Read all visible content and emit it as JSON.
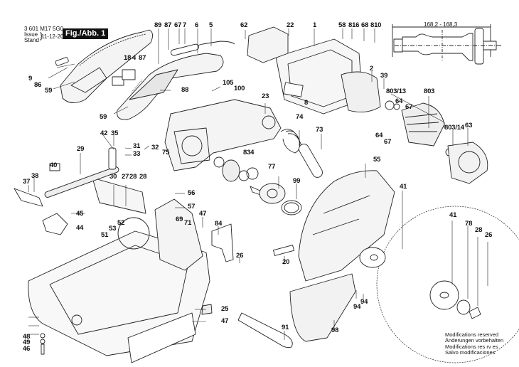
{
  "header": {
    "part_number": "3 601 M17 5G0",
    "issue_label": "Issue",
    "stand_label": "Stand",
    "date": "11-12-20",
    "figure": "Fig./Abb. 1"
  },
  "dimension": "168,2 - 168,3",
  "footer_notes": [
    "Modifications reserved",
    "Änderungen vorbehalten",
    "Modifications res rv es",
    "Salvo modificaciones"
  ],
  "callouts": [
    {
      "id": "89"
    },
    {
      "id": "87"
    },
    {
      "id": "67"
    },
    {
      "id": "7"
    },
    {
      "id": "6"
    },
    {
      "id": "5"
    },
    {
      "id": "62"
    },
    {
      "id": "22"
    },
    {
      "id": "1"
    },
    {
      "id": "58"
    },
    {
      "id": "816"
    },
    {
      "id": "68"
    },
    {
      "id": "810"
    },
    {
      "id": "18"
    },
    {
      "id": "4"
    },
    {
      "id": "87b",
      "text": "87"
    },
    {
      "id": "9"
    },
    {
      "id": "86"
    },
    {
      "id": "59"
    },
    {
      "id": "88"
    },
    {
      "id": "59b",
      "text": "59"
    },
    {
      "id": "105"
    },
    {
      "id": "100"
    },
    {
      "id": "8"
    },
    {
      "id": "23"
    },
    {
      "id": "2"
    },
    {
      "id": "39"
    },
    {
      "id": "803/13"
    },
    {
      "id": "803"
    },
    {
      "id": "64"
    },
    {
      "id": "67b",
      "text": "67"
    },
    {
      "id": "64b",
      "text": "64"
    },
    {
      "id": "67c",
      "text": "67"
    },
    {
      "id": "803/14"
    },
    {
      "id": "63"
    },
    {
      "id": "74"
    },
    {
      "id": "73"
    },
    {
      "id": "42"
    },
    {
      "id": "35"
    },
    {
      "id": "31"
    },
    {
      "id": "33"
    },
    {
      "id": "32"
    },
    {
      "id": "75"
    },
    {
      "id": "834"
    },
    {
      "id": "29"
    },
    {
      "id": "40"
    },
    {
      "id": "77"
    },
    {
      "id": "99"
    },
    {
      "id": "55"
    },
    {
      "id": "41"
    },
    {
      "id": "38"
    },
    {
      "id": "37"
    },
    {
      "id": "30"
    },
    {
      "id": "27"
    },
    {
      "id": "28"
    },
    {
      "id": "28b",
      "text": "28"
    },
    {
      "id": "56"
    },
    {
      "id": "57"
    },
    {
      "id": "45"
    },
    {
      "id": "44"
    },
    {
      "id": "69"
    },
    {
      "id": "71"
    },
    {
      "id": "47"
    },
    {
      "id": "84"
    },
    {
      "id": "52"
    },
    {
      "id": "53"
    },
    {
      "id": "51"
    },
    {
      "id": "26"
    },
    {
      "id": "20"
    },
    {
      "id": "41b",
      "text": "41"
    },
    {
      "id": "78"
    },
    {
      "id": "28c",
      "text": "28"
    },
    {
      "id": "26b",
      "text": "26"
    },
    {
      "id": "94"
    },
    {
      "id": "94b",
      "text": "94"
    },
    {
      "id": "25"
    },
    {
      "id": "47b",
      "text": "47"
    },
    {
      "id": "91"
    },
    {
      "id": "98"
    },
    {
      "id": "48"
    },
    {
      "id": "49"
    },
    {
      "id": "46"
    }
  ]
}
